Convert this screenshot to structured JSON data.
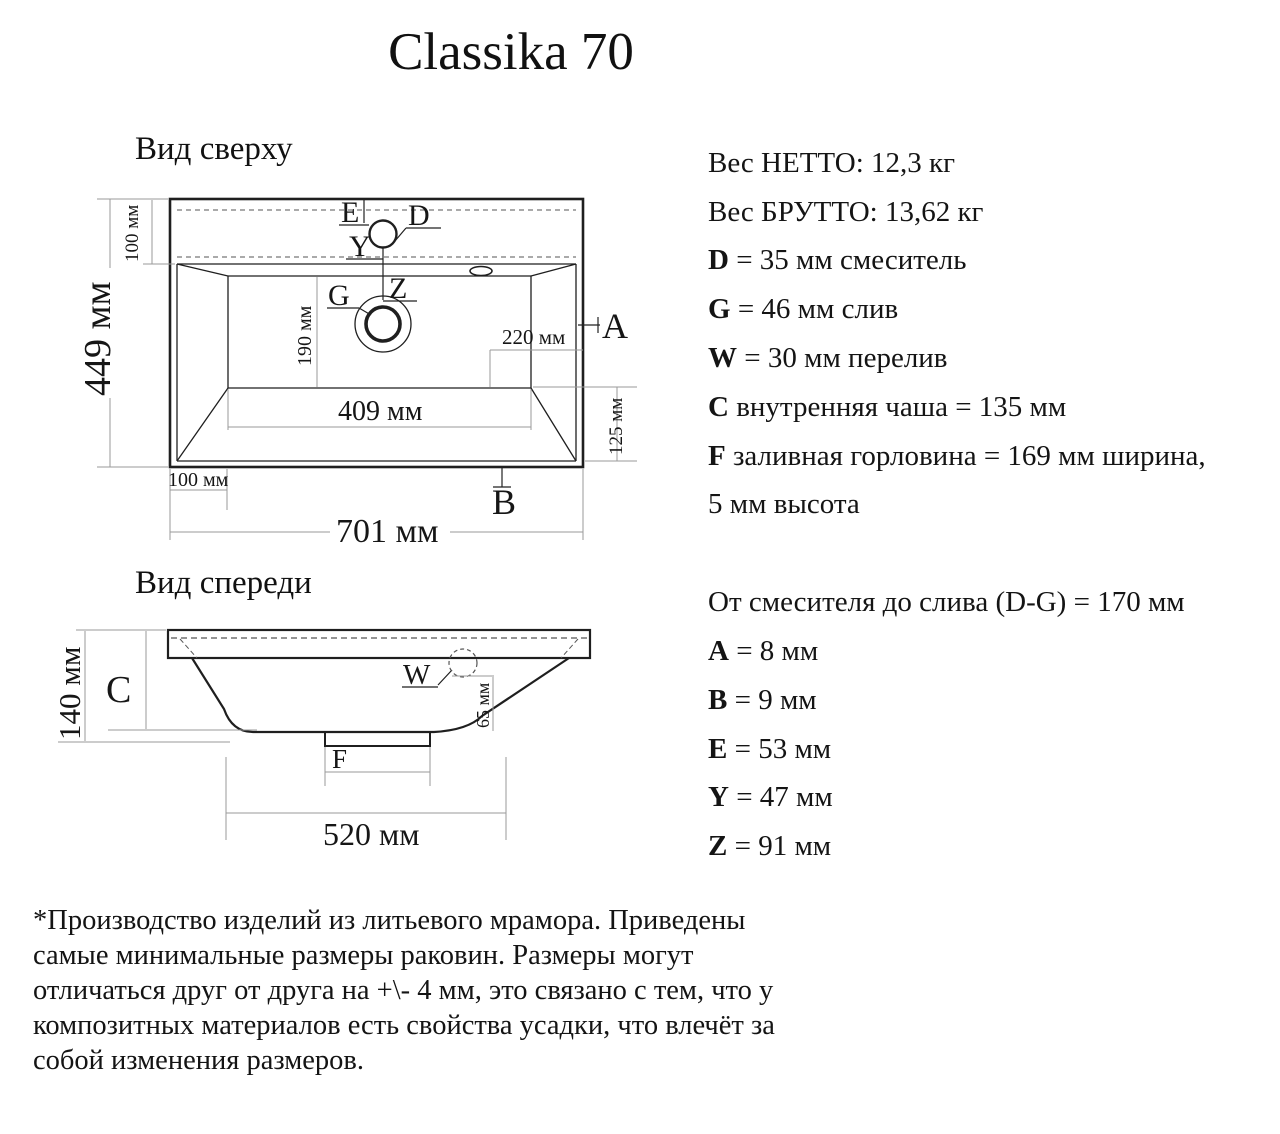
{
  "title": "Classika 70",
  "top_view": {
    "label": "Вид сверху",
    "points": {
      "E": "E",
      "D": "D",
      "Y": "Y",
      "Z": "Z",
      "G": "G",
      "A": "A",
      "B": "B"
    },
    "dims": {
      "total_height": "449 мм",
      "ledge_depth": "100 мм",
      "bowl_depth": "190 мм",
      "right_offset": "220 мм",
      "bowl_width": "409 мм",
      "front_offset": "125 мм",
      "left_margin": "100 мм",
      "total_width": "701 мм"
    }
  },
  "front_view": {
    "label": "Вид спереди",
    "points": {
      "C": "C",
      "W": "W",
      "F": "F"
    },
    "dims": {
      "total_height": "140 мм",
      "overflow_height": "65 мм",
      "bottom_width": "520 мм"
    }
  },
  "specs": {
    "lines": [
      {
        "bold": "",
        "rest": "Вес НЕТТО: 12,3 кг"
      },
      {
        "bold": "",
        "rest": "Вес БРУТТО: 13,62 кг"
      },
      {
        "bold": "D",
        "rest": " = 35 мм смеситель"
      },
      {
        "bold": "G",
        "rest": " = 46 мм слив"
      },
      {
        "bold": "W",
        "rest": " = 30 мм перелив"
      },
      {
        "bold": "C",
        "rest": " внутренняя чаша = 135 мм"
      },
      {
        "bold": "F",
        "rest": " заливная горловина = 169 мм ширина,"
      },
      {
        "bold": "",
        "rest": "5 мм высота"
      },
      {
        "bold": "",
        "rest": "От смесителя до слива (D-G) = 170 мм"
      },
      {
        "bold": "A",
        "rest": " = 8 мм"
      },
      {
        "bold": "B",
        "rest": " = 9 мм"
      },
      {
        "bold": "E",
        "rest": " = 53 мм"
      },
      {
        "bold": "Y",
        "rest": " = 47 мм"
      },
      {
        "bold": "Z",
        "rest": " = 91 мм"
      }
    ]
  },
  "footnote": {
    "lines": [
      "*Производство изделий из литьевого мрамора. Приведены",
      "самые минимальные размеры раковин. Размеры могут",
      "отличаться друг от друга на +\\- 4 мм, это связано с тем, что у",
      "композитных материалов есть свойства усадки, что влечёт за",
      "собой изменения размеров."
    ]
  }
}
